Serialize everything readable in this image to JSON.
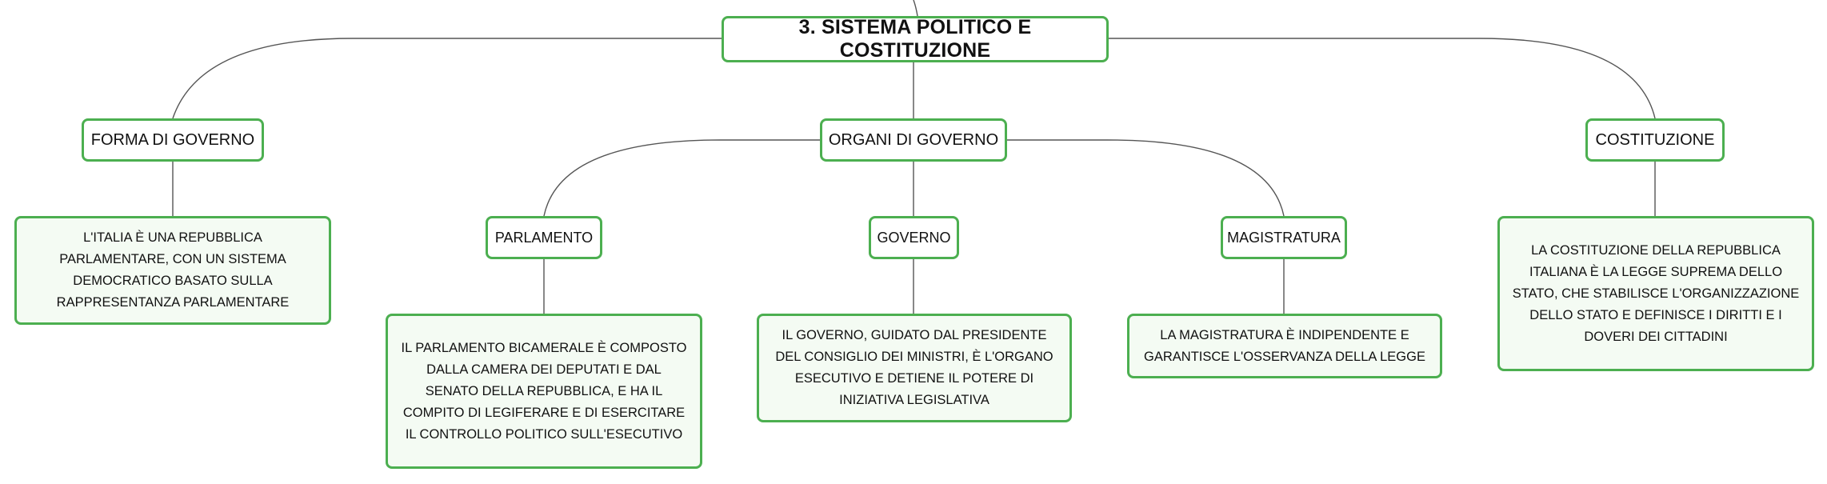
{
  "diagram": {
    "root": "3. SISTEMA POLITICO E COSTITUZIONE",
    "branches": {
      "forma": {
        "label": "FORMA DI GOVERNO",
        "detail": "L'ITALIA È UNA REPUBBLICA PARLAMENTARE, CON UN SISTEMA DEMOCRATICO BASATO SULLA RAPPRESENTANZA PARLAMENTARE"
      },
      "organi": {
        "label": "ORGANI DI GOVERNO",
        "parlamento": {
          "label": "PARLAMENTO",
          "detail": "IL PARLAMENTO BICAMERALE È COMPOSTO DALLA CAMERA DEI DEPUTATI E DAL SENATO DELLA REPUBBLICA, E HA IL COMPITO DI LEGIFERARE E DI ESERCITARE IL CONTROLLO POLITICO SULL'ESECUTIVO"
        },
        "governo": {
          "label": "GOVERNO",
          "detail": "IL GOVERNO, GUIDATO DAL PRESIDENTE DEL CONSIGLIO DEI MINISTRI, È L'ORGANO ESECUTIVO E DETIENE IL POTERE DI INIZIATIVA LEGISLATIVA"
        },
        "magistratura": {
          "label": "MAGISTRATURA",
          "detail": "LA MAGISTRATURA È INDIPENDENTE E GARANTISCE L'OSSERVANZA DELLA LEGGE"
        }
      },
      "costituzione": {
        "label": "COSTITUZIONE",
        "detail": "LA COSTITUZIONE DELLA REPUBBLICA ITALIANA È LA LEGGE SUPREMA DELLO STATO, CHE STABILISCE L'ORGANIZZAZIONE DELLO STATO E DEFINISCE I DIRITTI E I DOVERI DEI CITTADINI"
      }
    }
  },
  "colors": {
    "border": "#4caf50",
    "line": "#555555",
    "leaf_fill": "#f4fbf3"
  }
}
